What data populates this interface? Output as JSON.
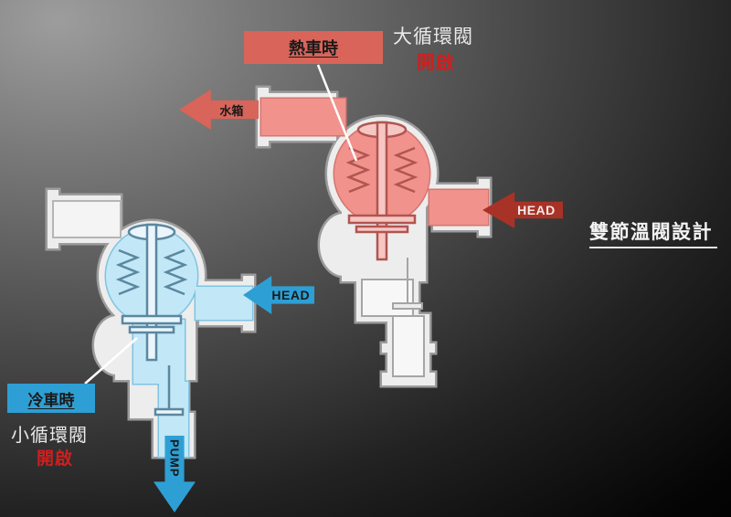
{
  "title": {
    "text": "雙節溫閥設計"
  },
  "hot_valve": {
    "name": "大循環閥",
    "state": "開啟",
    "condition": "熱車時",
    "radiator_arrow": "水箱",
    "head_arrow": "HEAD"
  },
  "cold_valve": {
    "name": "小循環閥",
    "state": "開啟",
    "condition": "冷車時",
    "head_arrow": "HEAD",
    "pump_arrow": "PUMP"
  },
  "colors": {
    "hot_fill": "#f2928c",
    "hot_box": "#d96459",
    "hot_head_arrow": "#a93226",
    "cold_fill": "#c2e7f6",
    "cold_accent": "#2e9fd4",
    "open_text": "#cf1f1f",
    "label_text": "#1a1a1a",
    "title_text": "#f2f2f2"
  }
}
